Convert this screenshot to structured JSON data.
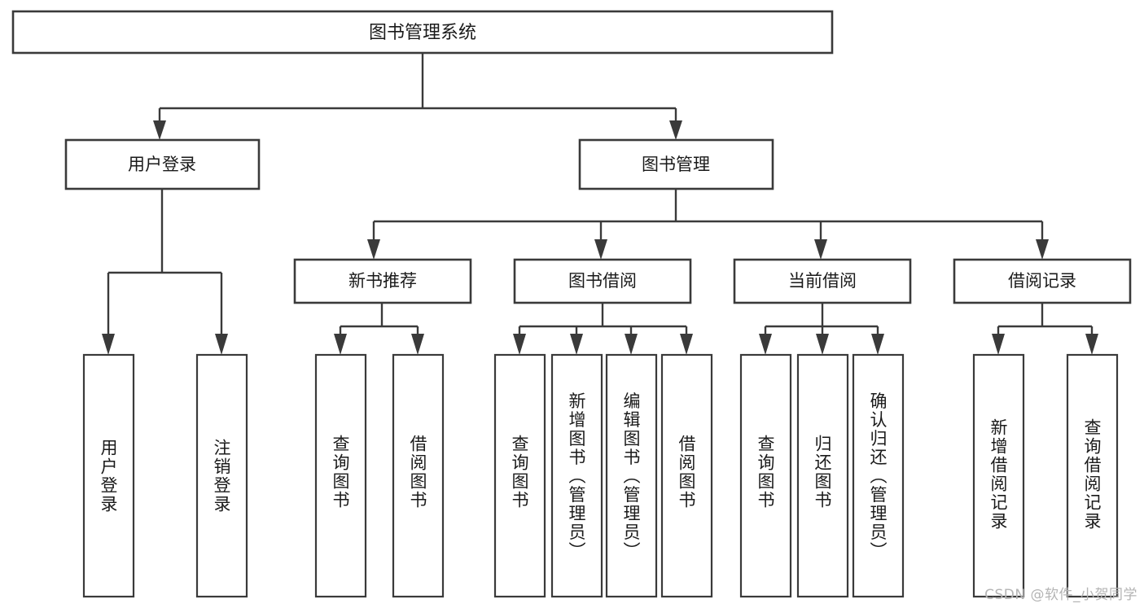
{
  "diagram": {
    "type": "tree",
    "title": "图书管理系统",
    "watermark": "CSDN @软件_小贺同学",
    "colors": {
      "stroke": "#3a3a3a",
      "fill": "#ffffff",
      "text": "#1a1a1a",
      "watermark": "#b4b4b4"
    },
    "levels": {
      "root": "图书管理系统",
      "level2": [
        "用户登录",
        "图书管理"
      ],
      "level3": [
        "新书推荐",
        "图书借阅",
        "当前借阅",
        "借阅记录"
      ]
    },
    "nodes": {
      "root": {
        "label": "图书管理系统"
      },
      "user_login": {
        "label": "用户登录"
      },
      "book_manage": {
        "label": "图书管理"
      },
      "new_book_rec": {
        "label": "新书推荐"
      },
      "book_borrow": {
        "label": "图书借阅"
      },
      "current_borrow": {
        "label": "当前借阅"
      },
      "borrow_record": {
        "label": "借阅记录"
      },
      "leaf_1": {
        "label": "用户登录"
      },
      "leaf_2": {
        "label": "注销登录"
      },
      "leaf_3": {
        "label": "查询图书"
      },
      "leaf_4": {
        "label": "借阅图书"
      },
      "leaf_5": {
        "label": "查询图书"
      },
      "leaf_6": {
        "label": "新增图书（管理员）"
      },
      "leaf_7": {
        "label": "编辑图书（管理员）"
      },
      "leaf_8": {
        "label": "借阅图书"
      },
      "leaf_9": {
        "label": "查询图书"
      },
      "leaf_10": {
        "label": "归还图书"
      },
      "leaf_11": {
        "label": "确认归还（管理员）"
      },
      "leaf_12": {
        "label": "新增借阅记录"
      },
      "leaf_13": {
        "label": "查询借阅记录"
      }
    }
  }
}
